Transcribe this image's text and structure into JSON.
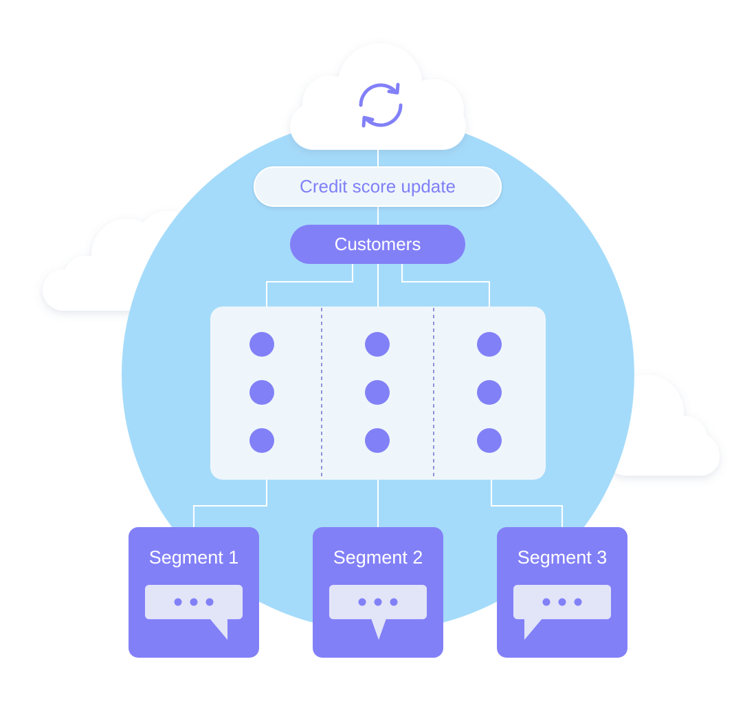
{
  "diagram": {
    "cloud_icon": "sync-icon",
    "update_label": "Credit score update",
    "customers_label": "Customers",
    "segments": [
      {
        "label": "Segment 1",
        "bubble_icon": "chat-bubble-ellipsis-icon"
      },
      {
        "label": "Segment 2",
        "bubble_icon": "chat-bubble-ellipsis-icon"
      },
      {
        "label": "Segment 3",
        "bubble_icon": "chat-bubble-ellipsis-icon"
      }
    ],
    "grid": {
      "columns": 3,
      "rows": 3
    },
    "colors": {
      "accent": "#8280f7",
      "circle": "#a5dbfa",
      "panel": "#eef6fb",
      "cloud": "#ffffff",
      "bubble": "#e2e4f8"
    }
  }
}
